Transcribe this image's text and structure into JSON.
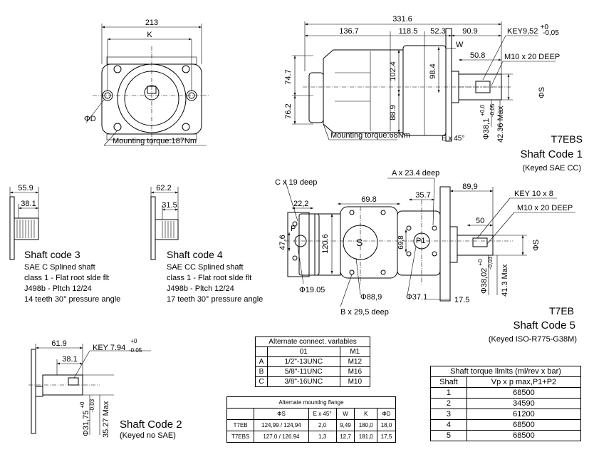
{
  "front_view": {
    "width_dim": "213",
    "k_dim": "K",
    "hole_dim": "ΦD",
    "torque_note": "Mounting torque:187Nm"
  },
  "side_view": {
    "overall_dim": "331.6",
    "seg1_dim": "136.7",
    "seg2_dim": "118.5",
    "seg3_dim": "52.3",
    "shaft_dim": "90.9",
    "w_dim": "W",
    "thread_len_dim": "50.8",
    "upper_h_dim": "74.7",
    "lower_h_dim": "76.2",
    "port_h1_dim": "102.4",
    "port_h2_dim": "98.4",
    "port_h3_dim": "88.9",
    "torque_note": "Mounting torque:68Nm",
    "chamfer_dim": "E x 45°",
    "key_label": "KEY9,52",
    "key_tol_up": "+0",
    "key_tol_low": "-0,05",
    "thread_label": "M10 x 20 DEEP",
    "shaft_dia": "Φ38,1",
    "shaft_tol_up": "+0,0",
    "shaft_tol_low": "-0,05",
    "shaft_max": "42.36 Max",
    "s_dim": "ΦS"
  },
  "shaft_code_1": {
    "model": "T7EBS",
    "title": "Shaft Code 1",
    "subtitle": "(Keyed  SAE  CC)"
  },
  "shaft_code_3": {
    "dim1": "55.9",
    "dim2": "38.1",
    "title": "Shaft code 3",
    "lines": [
      "SAE C Splined shaft",
      "class 1 - Flat root slde flt",
      "J498b - Pltch 12/24",
      "14 teeth 30° pressure angle"
    ]
  },
  "shaft_code_4": {
    "dim1": "62.2",
    "dim2": "31.5",
    "title": "Shaft code 4",
    "lines": [
      "SAE CC Splined shaft",
      "class 1 - Flat root slde flt",
      "J498b - Pltch 12/24",
      "17 teeth 30° pressure angle"
    ]
  },
  "t7eb_view": {
    "a_label": "A x 23.4 deep",
    "c_label": "C x 19 deep",
    "dim_222": "22,2",
    "dim_698": "69.8",
    "dim_357": "35.7",
    "dim_899": "89,9",
    "key_label": "KEY 10 x 8",
    "thread_label": "M10 x 20 DEEP",
    "dim_50": "50",
    "dim_476": "47,6",
    "dim_1206": "120.6",
    "dim_698v": "69,8",
    "port_s": "S",
    "port_p1": "P1",
    "p_label": "P",
    "dia_1905": "Φ19.05",
    "dia_889": "Φ88,9",
    "dia_371": "Φ37.1",
    "dim_175": "17.5",
    "b_label": "B  x 29,5 deep",
    "shaft_dia": "Φ38,02",
    "shaft_tol_up": "+0",
    "shaft_tol_low": "-0,03",
    "shaft_max": "41.3 Max",
    "s_dim": "ΦS"
  },
  "shaft_code_5": {
    "model": "T7EB",
    "title": "Shaft Code 5",
    "subtitle": "(Keyed ISO-R775-G38M)"
  },
  "shaft_code_2": {
    "dim1": "61.9",
    "dim2": "38.1",
    "key_label": "KEY 7.94",
    "key_tol_up": "+0",
    "key_tol_low": "-0.05",
    "shaft_dia": "Φ31,75",
    "shaft_tol_up": "+0",
    "shaft_tol_low": "-0,03",
    "shaft_max": "35.27 Max",
    "title": "Shaft Code 2",
    "subtitle": "(Keyed no SAE)"
  },
  "alt_connect_table": {
    "title": "Alternate connect. varlables",
    "headers": [
      "",
      "01",
      "M1"
    ],
    "rows": [
      [
        "A",
        "1/2\"-13UNC",
        "M12"
      ],
      [
        "B",
        "5/8\"-11UNC",
        "M16"
      ],
      [
        "C",
        "3/8\"-16UNC",
        "M10"
      ]
    ]
  },
  "alt_flange_table": {
    "title": "Alternate mountlng flange",
    "headers": [
      "",
      "ΦS",
      "E x 45°",
      "W",
      "K",
      "ΦD"
    ],
    "rows": [
      [
        "T7EB",
        "124,99 / 124,94",
        "2,0",
        "9,49",
        "180,0",
        "18,0"
      ],
      [
        "T7EBS",
        "127.0 / 126.94",
        "1,3",
        "12,7",
        "181,0",
        "17,5"
      ]
    ]
  },
  "torque_table": {
    "title": "Shaft torque llmlts (ml/rev x bar)",
    "headers": [
      "Shaft",
      "Vp x p max,P1+P2"
    ],
    "rows": [
      [
        "1",
        "68500"
      ],
      [
        "2",
        "34590"
      ],
      [
        "3",
        "61200"
      ],
      [
        "4",
        "68500"
      ],
      [
        "5",
        "68500"
      ]
    ]
  }
}
